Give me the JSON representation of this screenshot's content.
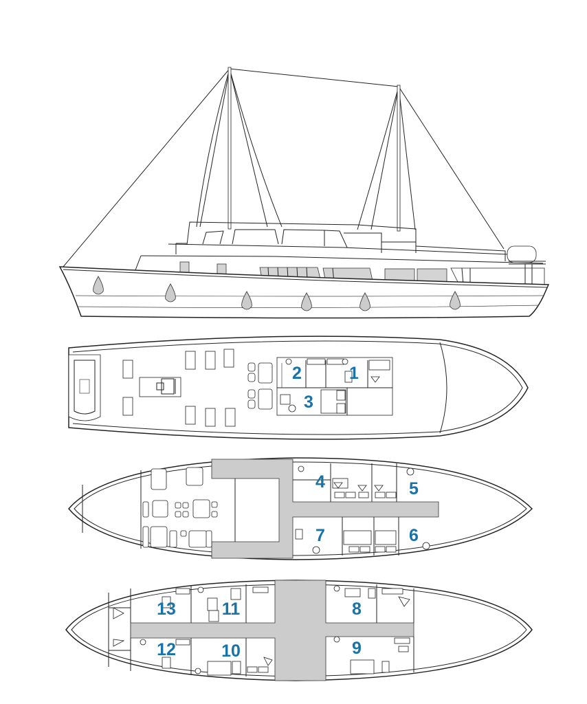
{
  "cabins": {
    "main_deck": [
      {
        "id": "cabin-1",
        "label": "1"
      },
      {
        "id": "cabin-2",
        "label": "2"
      },
      {
        "id": "cabin-3",
        "label": "3"
      }
    ],
    "middle_deck": [
      {
        "id": "cabin-4",
        "label": "4"
      },
      {
        "id": "cabin-5",
        "label": "5"
      },
      {
        "id": "cabin-6",
        "label": "6"
      },
      {
        "id": "cabin-7",
        "label": "7"
      }
    ],
    "lower_deck": [
      {
        "id": "cabin-8",
        "label": "8"
      },
      {
        "id": "cabin-9",
        "label": "9"
      },
      {
        "id": "cabin-10",
        "label": "10"
      },
      {
        "id": "cabin-11",
        "label": "11"
      },
      {
        "id": "cabin-12",
        "label": "12"
      },
      {
        "id": "cabin-13",
        "label": "13"
      }
    ]
  },
  "colors": {
    "cabin_number": "#1a73a7",
    "corridor": "#cccccc",
    "outline": "#222222"
  }
}
